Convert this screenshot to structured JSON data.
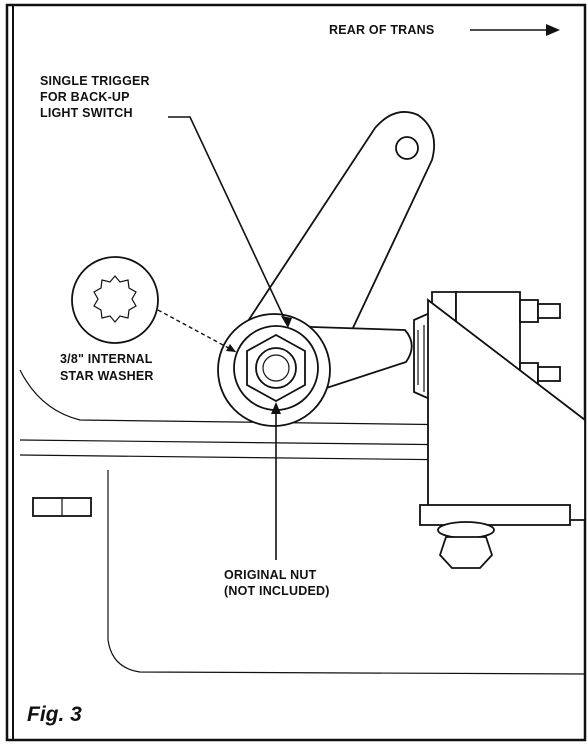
{
  "labels": {
    "rear_of_trans": "REAR OF TRANS",
    "trigger_line1": "SINGLE TRIGGER",
    "trigger_line2": "FOR BACK-UP",
    "trigger_line3": "LIGHT SWITCH",
    "washer_line1": "3/8\" INTERNAL",
    "washer_line2": "STAR WASHER",
    "nut_line1": "ORIGINAL NUT",
    "nut_line2": "(NOT INCLUDED)"
  },
  "figure_caption": "Fig. 3",
  "icons": {
    "arrow": "right-arrow-icon",
    "washer": "star-washer-icon",
    "nut": "hex-nut-icon"
  },
  "colors": {
    "line": "#111111",
    "background": "#ffffff"
  }
}
